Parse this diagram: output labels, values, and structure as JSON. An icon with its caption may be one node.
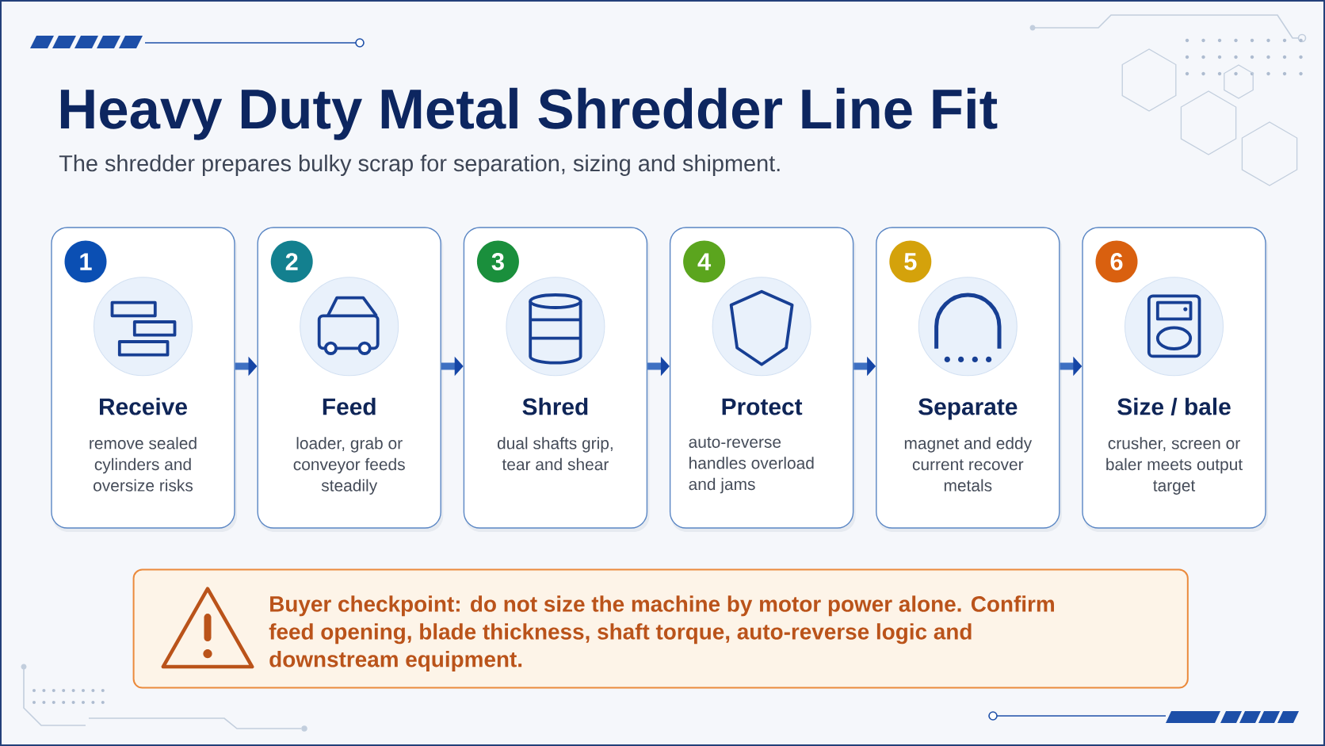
{
  "diagram": {
    "title": "Heavy Duty Metal Shredder Line Fit",
    "nodes": [
      {
        "text": [
          "Receive",
          "remove sealed cylinders and oversize risks"
        ]
      },
      {
        "text": [
          "1"
        ],
        "in": 0
      },
      {
        "text": [
          "Feed",
          "loader, grab or conveyor feeds steadily"
        ]
      },
      {
        "text": [
          "2"
        ],
        "in": 2
      },
      {
        "text": [
          "Shred",
          "dual shafts grip, tear and shear"
        ]
      },
      {
        "text": [
          "3"
        ],
        "in": 4
      },
      {
        "text": [
          "Protect",
          "auto-reverse handles overload and jams"
        ]
      },
      {
        "text": [
          "4"
        ],
        "in": 6
      },
      {
        "text": [
          "Separate",
          "magnet and eddy current recover metals"
        ]
      },
      {
        "text": [
          "5"
        ],
        "in": 8
      },
      {
        "text": [
          "Size / bale",
          "crusher, screen or baler meets output target"
        ]
      },
      {
        "text": [
          "6"
        ],
        "in": 10
      },
      {
        "text": [
          "Buyer checkpoint: do not size the machine by motor power alone. Confirm feed opening, blade thickness, shaft torque, auto-reverse logic and downstream equipment."
        ]
      }
    ],
    "edges": [
      {
        "from": 0,
        "to": 2,
        "arrow": "to"
      },
      {
        "from": 2,
        "to": 4,
        "arrow": "to"
      },
      {
        "from": 4,
        "to": 6,
        "arrow": "to"
      },
      {
        "from": 6,
        "to": 8,
        "arrow": "to"
      },
      {
        "from": 8,
        "to": 10,
        "arrow": "to"
      }
    ],
    "labels": [
      "The shredder prepares bulky scrap for separation, sizing and shipment."
    ]
  }
}
